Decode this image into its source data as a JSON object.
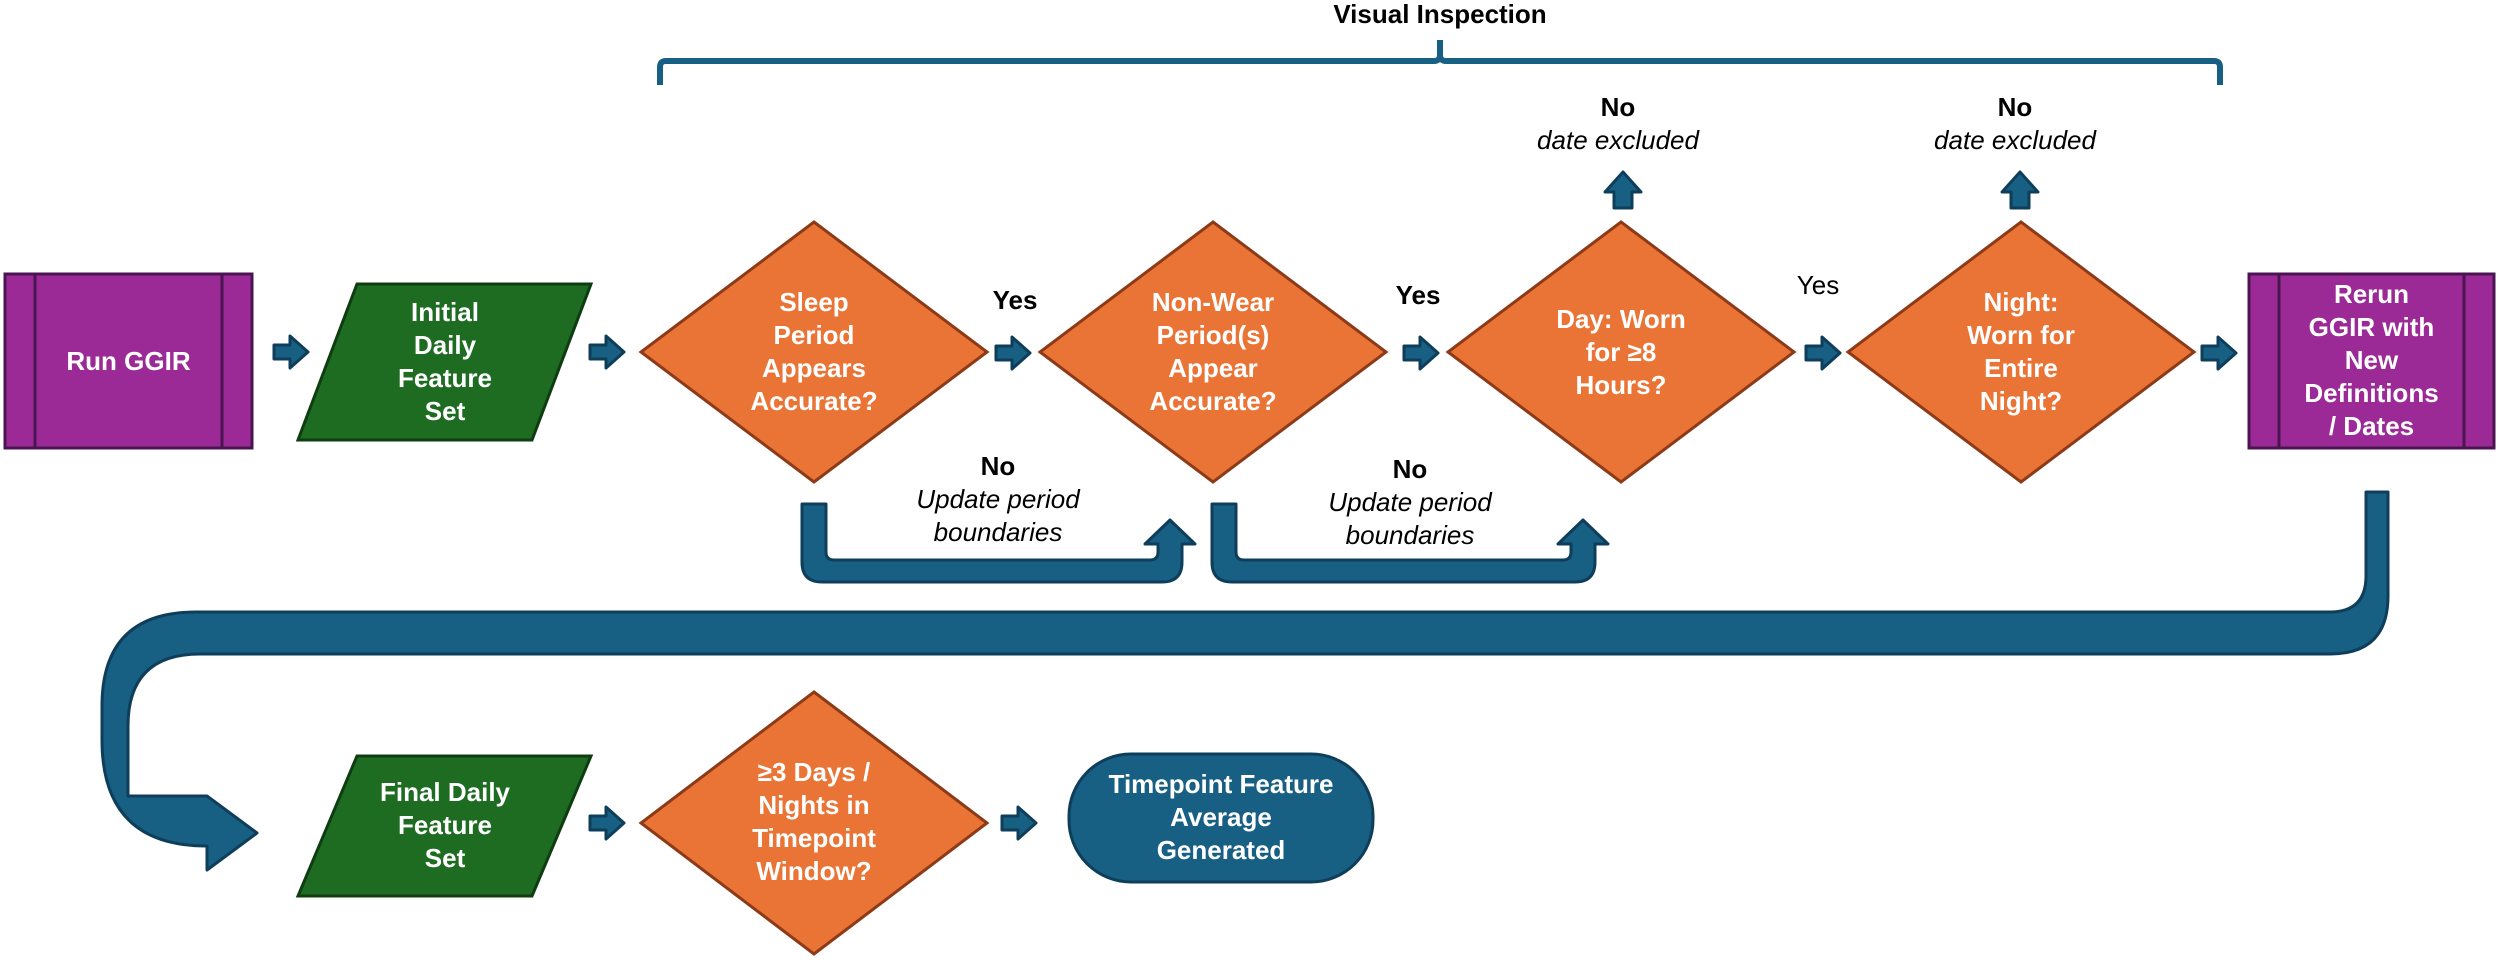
{
  "header": {
    "title": "Visual Inspection"
  },
  "nodes": {
    "run_ggir": "Run GGIR",
    "initial_set": [
      "Initial",
      "Daily",
      "Feature",
      "Set"
    ],
    "sleep_q": [
      "Sleep",
      "Period",
      "Appears",
      "Accurate?"
    ],
    "nonwear_q": [
      "Non-Wear",
      "Period(s)",
      "Appear",
      "Accurate?"
    ],
    "day_q": [
      "Day: Worn",
      "for ≥8",
      "Hours?"
    ],
    "night_q": [
      "Night:",
      "Worn for",
      "Entire",
      "Night?"
    ],
    "rerun": [
      "Rerun",
      "GGIR with",
      "New",
      "Definitions",
      "/ Dates"
    ],
    "final_set": [
      "Final Daily",
      "Feature",
      "Set"
    ],
    "days_q": [
      "≥3 Days /",
      "Nights in",
      "Timepoint",
      "Window?"
    ],
    "average": [
      "Timepoint Feature",
      "Average",
      "Generated"
    ]
  },
  "edges": {
    "yes1": "Yes",
    "yes2": "Yes",
    "yes3": "Yes",
    "no1": {
      "label": "No",
      "note": [
        "Update period",
        "boundaries"
      ]
    },
    "no2": {
      "label": "No",
      "note": [
        "Update period",
        "boundaries"
      ]
    },
    "no3": {
      "label": "No",
      "note": "date excluded"
    },
    "no4": {
      "label": "No",
      "note": "date excluded"
    }
  },
  "colors": {
    "purple": "#9B2A97",
    "purple_border": "#4A1450",
    "green": "#1E6B22",
    "green_border": "#0F3D12",
    "orange": "#EA7435",
    "orange_border": "#8C3A17",
    "blue": "#185F84",
    "blue_border": "#0E3E5A"
  }
}
